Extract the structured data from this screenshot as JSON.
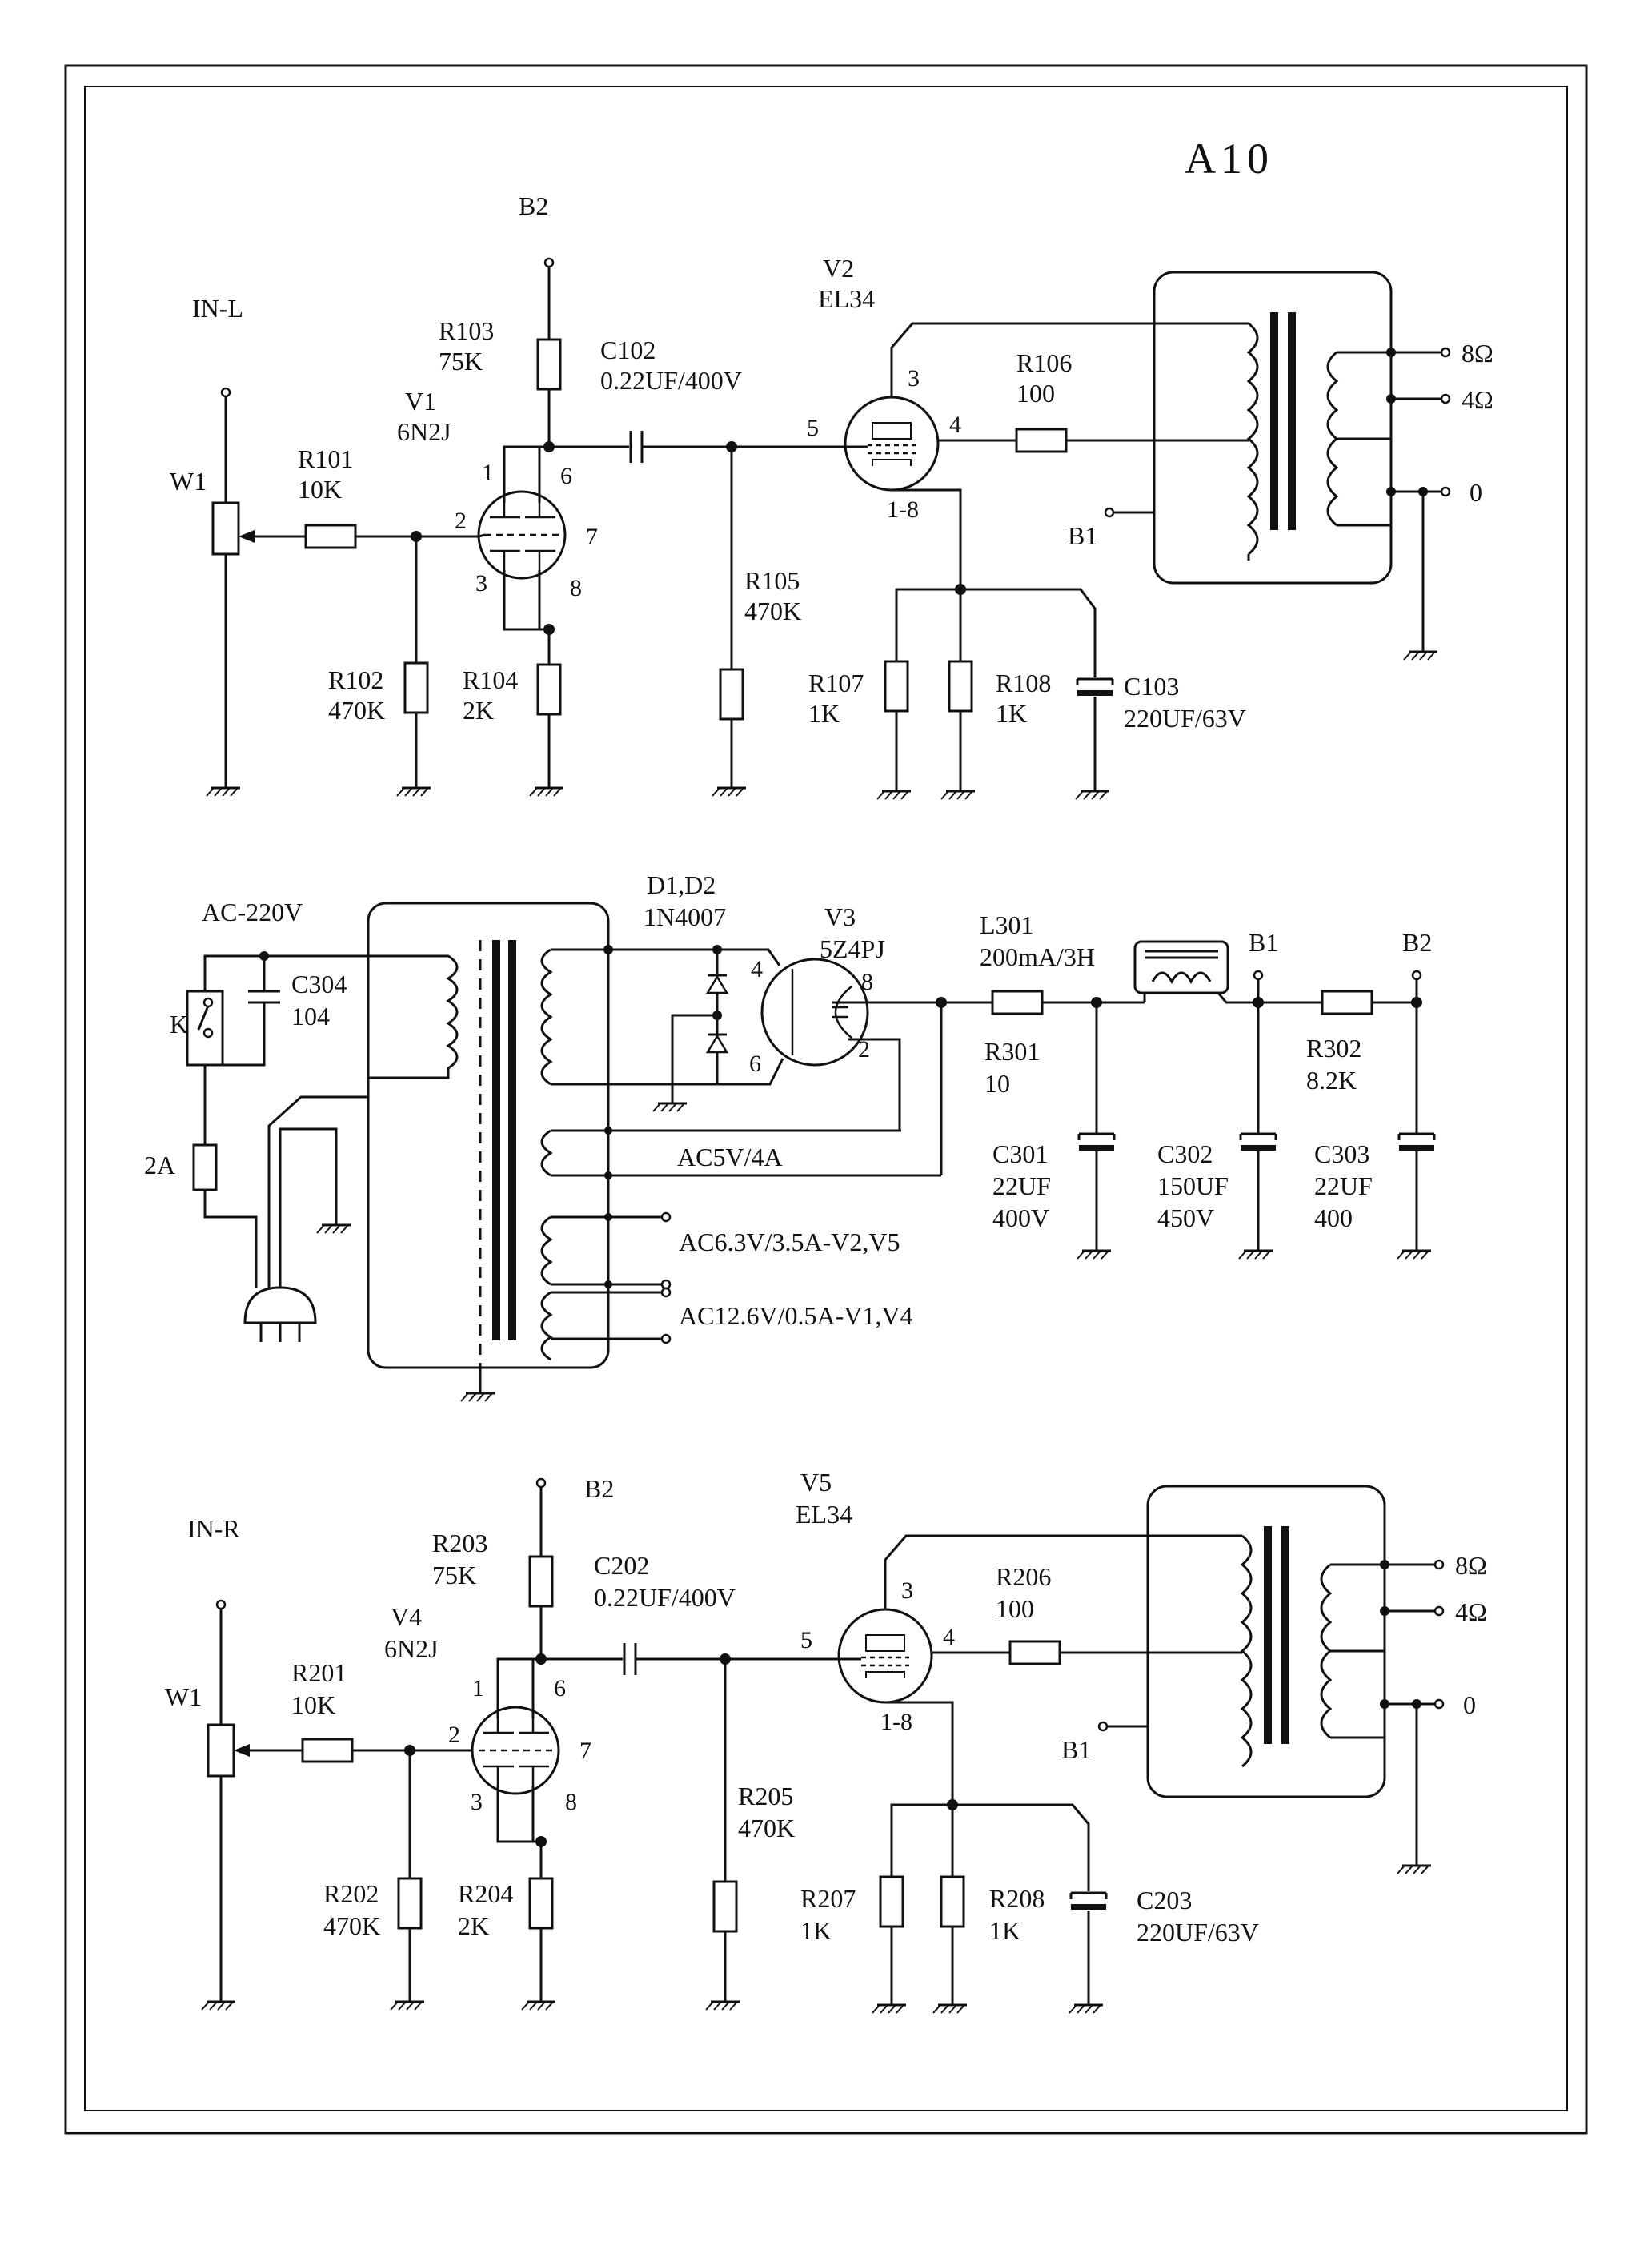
{
  "title": "A10",
  "left_channel": {
    "input": "IN-L",
    "pot": "W1",
    "r_in": {
      "name": "R101",
      "value": "10K"
    },
    "r_grid": {
      "name": "R102",
      "value": "470K"
    },
    "r_plate": {
      "name": "R103",
      "value": "75K"
    },
    "r_cath": {
      "name": "R104",
      "value": "2K"
    },
    "r_g2": {
      "name": "R105",
      "value": "470K"
    },
    "r_screen": {
      "name": "R106",
      "value": "100"
    },
    "r_k1": {
      "name": "R107",
      "value": "1K"
    },
    "r_k2": {
      "name": "R108",
      "value": "1K"
    },
    "c_coup": {
      "name": "C102",
      "value": "0.22UF/400V"
    },
    "c_k": {
      "name": "C103",
      "value": "220UF/63V"
    },
    "v1": {
      "name": "V1",
      "type": "6N2J"
    },
    "v2": {
      "name": "V2",
      "type": "EL34"
    },
    "supply": "B2",
    "b1": "B1",
    "pins": {
      "p1": "1",
      "p2": "2",
      "p3": "3",
      "p6": "6",
      "p7": "7",
      "p8": "8",
      "o3": "3",
      "o4": "4",
      "o5": "5",
      "o18": "1-8"
    },
    "taps": {
      "t8": "8Ω",
      "t4": "4Ω",
      "t0": "0"
    }
  },
  "power": {
    "mains": "AC-220V",
    "switch": "K",
    "fuse": "2A",
    "c_line": {
      "name": "C304",
      "value": "104"
    },
    "diodes": {
      "name": "D1,D2",
      "type": "1N4007"
    },
    "rect": {
      "name": "V3",
      "type": "5Z4PJ"
    },
    "rect_pins": {
      "p2": "2",
      "p4": "4",
      "p6": "6",
      "p8": "8"
    },
    "choke": {
      "name": "L301",
      "value": "200mA/3H"
    },
    "r1": {
      "name": "R301",
      "value": "10"
    },
    "r2": {
      "name": "R302",
      "value": "8.2K"
    },
    "c1": {
      "name": "C301",
      "value": "22UF",
      "volt": "400V"
    },
    "c2": {
      "name": "C302",
      "value": "150UF",
      "volt": "450V"
    },
    "c3": {
      "name": "C303",
      "value": "22UF",
      "volt": "400"
    },
    "windings": [
      "AC5V/4A",
      "AC6.3V/3.5A-V2,V5",
      "AC12.6V/0.5A-V1,V4"
    ],
    "b1": "B1",
    "b2": "B2"
  },
  "right_channel": {
    "input": "IN-R",
    "pot": "W1",
    "r_in": {
      "name": "R201",
      "value": "10K"
    },
    "r_grid": {
      "name": "R202",
      "value": "470K"
    },
    "r_plate": {
      "name": "R203",
      "value": "75K"
    },
    "r_cath": {
      "name": "R204",
      "value": "2K"
    },
    "r_g2": {
      "name": "R205",
      "value": "470K"
    },
    "r_screen": {
      "name": "R206",
      "value": "100"
    },
    "r_k1": {
      "name": "R207",
      "value": "1K"
    },
    "r_k2": {
      "name": "R208",
      "value": "1K"
    },
    "c_coup": {
      "name": "C202",
      "value": "0.22UF/400V"
    },
    "c_k": {
      "name": "C203",
      "value": "220UF/63V"
    },
    "v1": {
      "name": "V4",
      "type": "6N2J"
    },
    "v2": {
      "name": "V5",
      "type": "EL34"
    },
    "supply": "B2",
    "b1": "B1",
    "pins": {
      "p1": "1",
      "p2": "2",
      "p3": "3",
      "p6": "6",
      "p7": "7",
      "p8": "8",
      "o3": "3",
      "o4": "4",
      "o5": "5",
      "o18": "1-8"
    },
    "taps": {
      "t8": "8Ω",
      "t4": "4Ω",
      "t0": "0"
    }
  }
}
